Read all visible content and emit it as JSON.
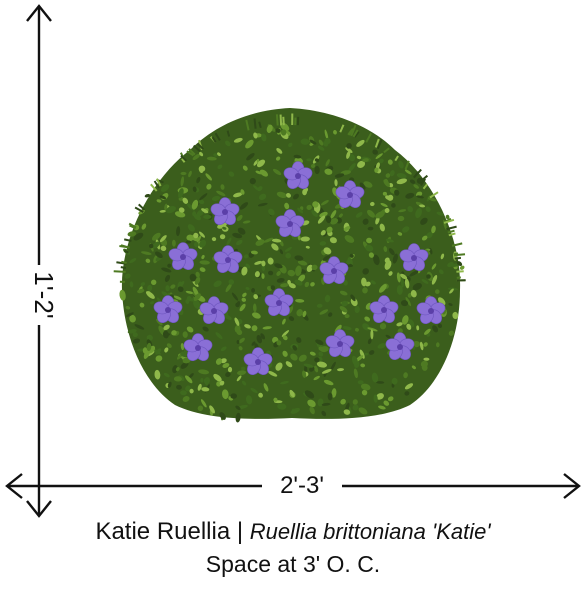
{
  "dimensions": {
    "height_label": "1'-2'",
    "width_label": "2'-3'"
  },
  "plant": {
    "common_name": "Katie Ruellia",
    "separator": " | ",
    "scientific_name": "Ruellia brittoniana 'Katie'",
    "spacing_note": "Space at 3' O. C."
  },
  "colors": {
    "foliage_dark": "#2f4a18",
    "foliage_mid": "#4e7a22",
    "foliage_light": "#8fb84a",
    "flower": "#8a6fd6",
    "flower_center": "#5b3fa8",
    "arrow": "#111111"
  },
  "icons": {
    "plant": "ruellia-shrub-icon",
    "flower": "purple-flower-icon"
  }
}
